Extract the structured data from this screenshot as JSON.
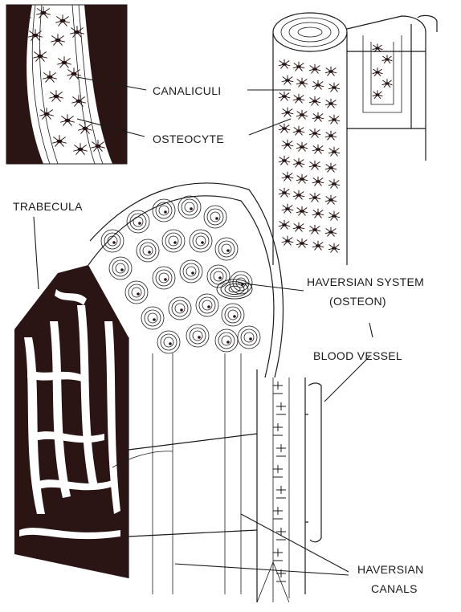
{
  "labels": {
    "canaliculi": "CANALICULI",
    "osteocyte": "OSTEOCYTE",
    "trabecula": "TRABECULA",
    "haversian_system_line1": "HAVERSIAN SYSTEM",
    "haversian_system_line2": "(OSTEON)",
    "blood_vessel": "BLOOD VESSEL",
    "haversian_canals_line1": "HAVERSIAN",
    "haversian_canals_line2": "CANALS"
  },
  "colors": {
    "ink": "#1a1a1a",
    "dark_fill": "#2a1414",
    "background": "#ffffff"
  }
}
